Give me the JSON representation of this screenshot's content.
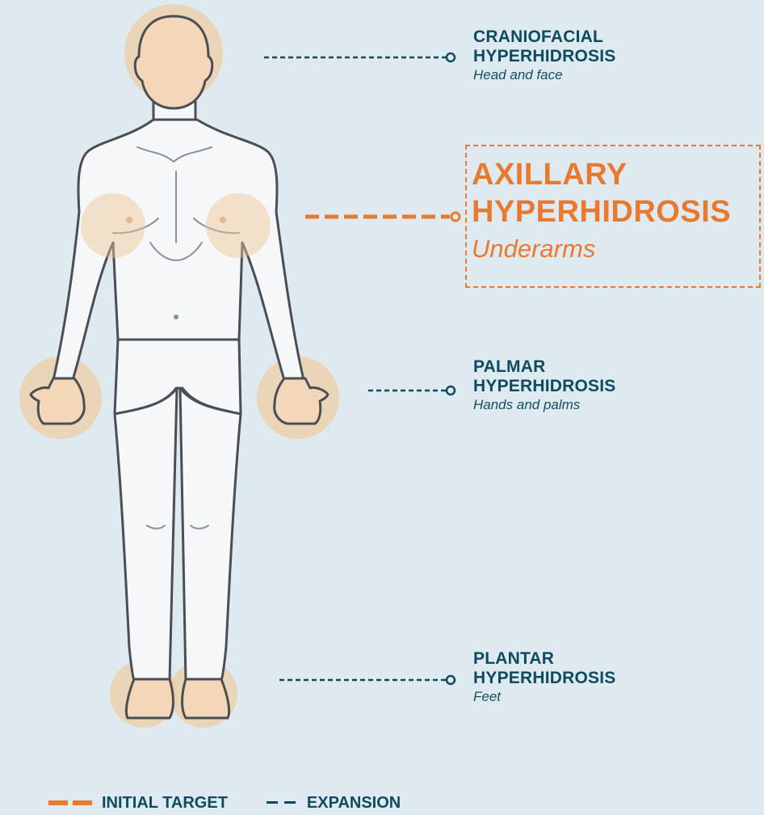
{
  "labels": {
    "craniofacial": {
      "line1": "CRANIOFACIAL",
      "line2": "HYPERHIDROSIS",
      "sub": "Head and face"
    },
    "axillary": {
      "line1": "AXILLARY",
      "line2": "HYPERHIDROSIS",
      "sub": "Underarms"
    },
    "palmar": {
      "line1": "PALMAR",
      "line2": "HYPERHIDROSIS",
      "sub": "Hands and palms"
    },
    "plantar": {
      "line1": "PLANTAR",
      "line2": "HYPERHIDROSIS",
      "sub": "Feet"
    }
  },
  "legend": {
    "initial": "INITIAL TARGET",
    "expansion": "EXPANSION"
  },
  "colors": {
    "background": "#dfeaf0",
    "highlight": "#e8792e",
    "text": "#0e4b5e",
    "zone": "#f0c99a"
  }
}
